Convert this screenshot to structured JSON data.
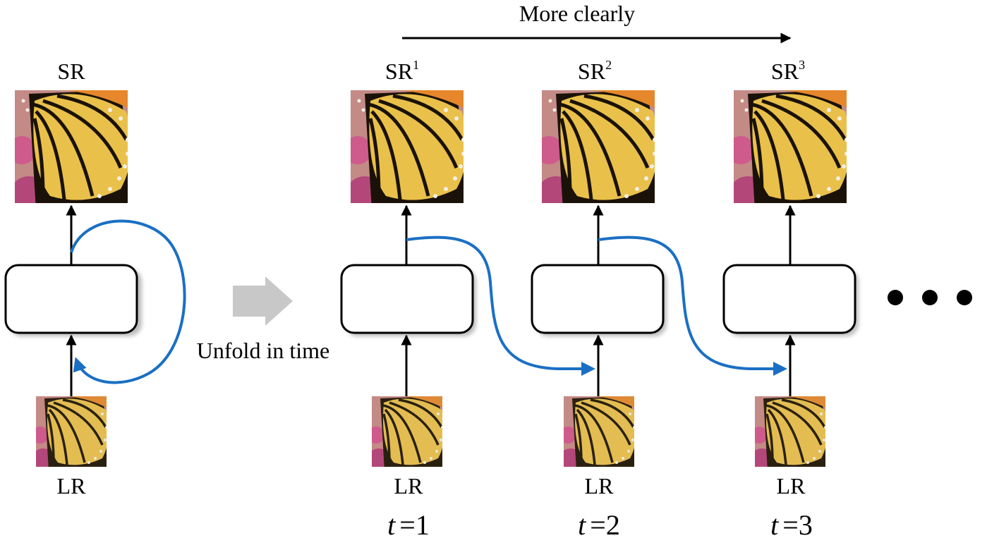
{
  "title": "More clearly",
  "unfold_label": "Unfold in time",
  "left": {
    "output_label": "SR",
    "input_label": "LR"
  },
  "steps": [
    {
      "output_label": "SR",
      "output_superscript": "1",
      "input_label": "LR",
      "time_var": "t",
      "time_eq": "=",
      "time_value": "1"
    },
    {
      "output_label": "SR",
      "output_superscript": "2",
      "input_label": "LR",
      "time_var": "t",
      "time_eq": "=",
      "time_value": "2"
    },
    {
      "output_label": "SR",
      "output_superscript": "3",
      "input_label": "LR",
      "time_var": "t",
      "time_eq": "=",
      "time_value": "3"
    }
  ],
  "colors": {
    "recurrence_arrow": "#1a6fc4",
    "unfold_arrow": "#c8c8c8",
    "box_stroke": "#000000",
    "box_shadow": "#bdbdbd"
  }
}
